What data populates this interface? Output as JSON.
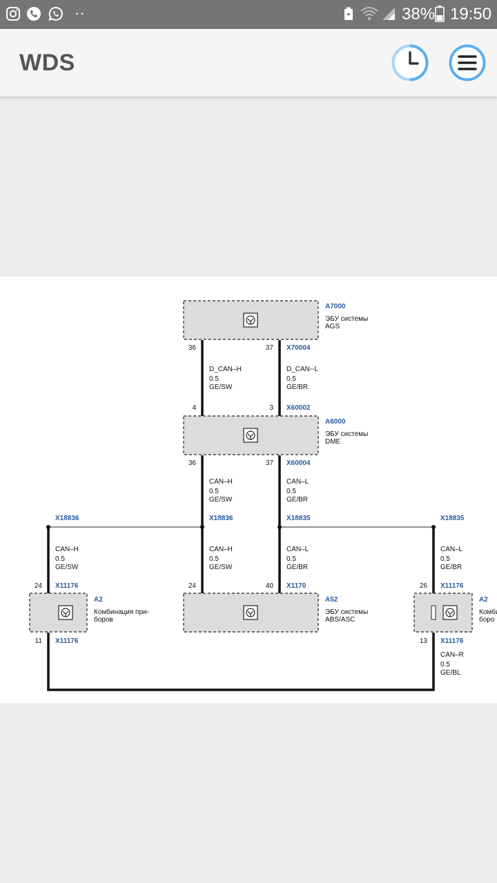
{
  "status_bar": {
    "battery": "38%",
    "time": "19:50",
    "dots": "··",
    "icons": [
      "instagram-icon",
      "phone-icon",
      "whatsapp-icon",
      "storage-icon",
      "wifi-icon",
      "signal-icon"
    ]
  },
  "app_bar": {
    "title": "WDS",
    "history_icon": "clock-icon",
    "menu_icon": "hamburger-menu-icon",
    "accent_color": "#5aaef0"
  },
  "diagram": {
    "modules": {
      "ags": {
        "id": "A7000",
        "line1": "ЭБУ системы",
        "line2": "AGS"
      },
      "dme": {
        "id": "A6000",
        "line1": "ЭБУ системы",
        "line2": "DME"
      },
      "abs": {
        "id": "A52",
        "line1": "ЭБУ системы",
        "line2": "ABS/ASC"
      },
      "kombi_left": {
        "id": "A2",
        "line1": "Комбинация при-",
        "line2": "боров"
      },
      "kombi_right": {
        "id": "A2",
        "line1": "Комби",
        "line2": "боро"
      }
    },
    "connectors": {
      "x70004": "X70004",
      "x60002": "X60002",
      "x60004": "X60004",
      "x18836_left": "X18836",
      "x18836_mid": "X18836",
      "x18835_mid": "X18835",
      "x18835_right": "X18835",
      "x11176_left_top": "X11176",
      "x1170": "X1170",
      "x11176_right_top": "X11176",
      "x11176_left_bottom": "X11176",
      "x11176_right_bottom": "X11176"
    },
    "pins": {
      "ags_h": "36",
      "ags_l": "37",
      "dme_in_h": "4",
      "dme_in_l": "3",
      "dme_out_h": "36",
      "dme_out_l": "37",
      "kombi_left_top": "24",
      "abs_h": "24",
      "abs_l": "40",
      "kombi_right_top": "26",
      "kombi_left_bottom": "11",
      "kombi_right_bottom": "13"
    },
    "wires": {
      "dcan_h": {
        "name": "D_CAN–H",
        "size": "0.5",
        "color": "GE/SW"
      },
      "dcan_l": {
        "name": "D_CAN--L",
        "size": "0.5",
        "color": "GE/BR"
      },
      "can_h_top": {
        "name": "CAN–H",
        "size": "0.5",
        "color": "GE/SW"
      },
      "can_l_top": {
        "name": "CAN–L",
        "size": "0.5",
        "color": "GE/BR"
      },
      "can_h_left": {
        "name": "CAN–H",
        "size": "0.5",
        "color": "GE/SW"
      },
      "can_h_mid": {
        "name": "CAN–H",
        "size": "0.5",
        "color": "GE/SW"
      },
      "can_l_mid": {
        "name": "CAN–L",
        "size": "0.5",
        "color": "GE/BR"
      },
      "can_l_right": {
        "name": "CAN–L",
        "size": "0.5",
        "color": "GE/BR"
      },
      "can_r": {
        "name": "CAN–R",
        "size": "0.5",
        "color": "GE/BL"
      }
    }
  }
}
